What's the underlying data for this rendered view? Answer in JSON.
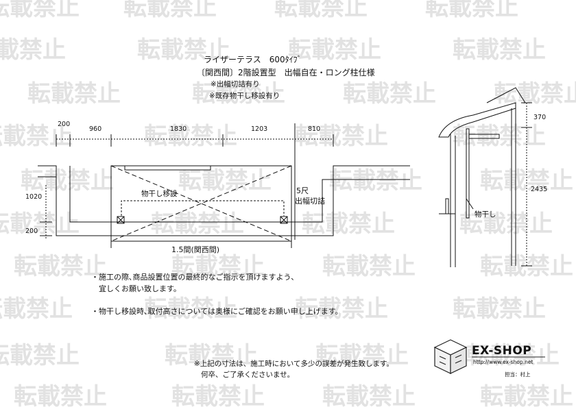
{
  "watermark": {
    "text": "転載禁止",
    "color": "#e2e2e2"
  },
  "title": {
    "main": "ライザーテラス　600ﾀｲﾌﾞ",
    "sub": "〔関西間〕2階設置型　出幅自在・ロング柱仕様",
    "note1": "※出幅切詰有り",
    "note2": "※既存物干し移設有り"
  },
  "plan": {
    "dims_top": [
      "200",
      "960",
      "1830",
      "1203",
      "810"
    ],
    "dim_left_1": "1020",
    "dim_left_2": "200",
    "width_label": "1.5間(関西間)",
    "laundry_label": "物干し移設",
    "cut_label_1": "5尺",
    "cut_label_2": "出幅切詰"
  },
  "side": {
    "dim_top": "370",
    "dim_height": "2435",
    "laundry_label": "物干し"
  },
  "notes": {
    "line1": "・施工の際､商品設置位置の最終的なご指示を頂けますよう､",
    "line2": "　宜しくお願い致します。",
    "line3": "・物干し移設時､取付高さについては奥様にご確認をお願い申し上げます。"
  },
  "footer": {
    "line1": "※上記の寸法は、施工時において多少の誤差が発生致します。",
    "line2": "何卒、ご了承くださいませ。"
  },
  "brand": {
    "logo_text": "EX-SHOP",
    "url": "http://www.ex-shop.net",
    "staff": "担当：村上",
    "color": "#222222"
  }
}
